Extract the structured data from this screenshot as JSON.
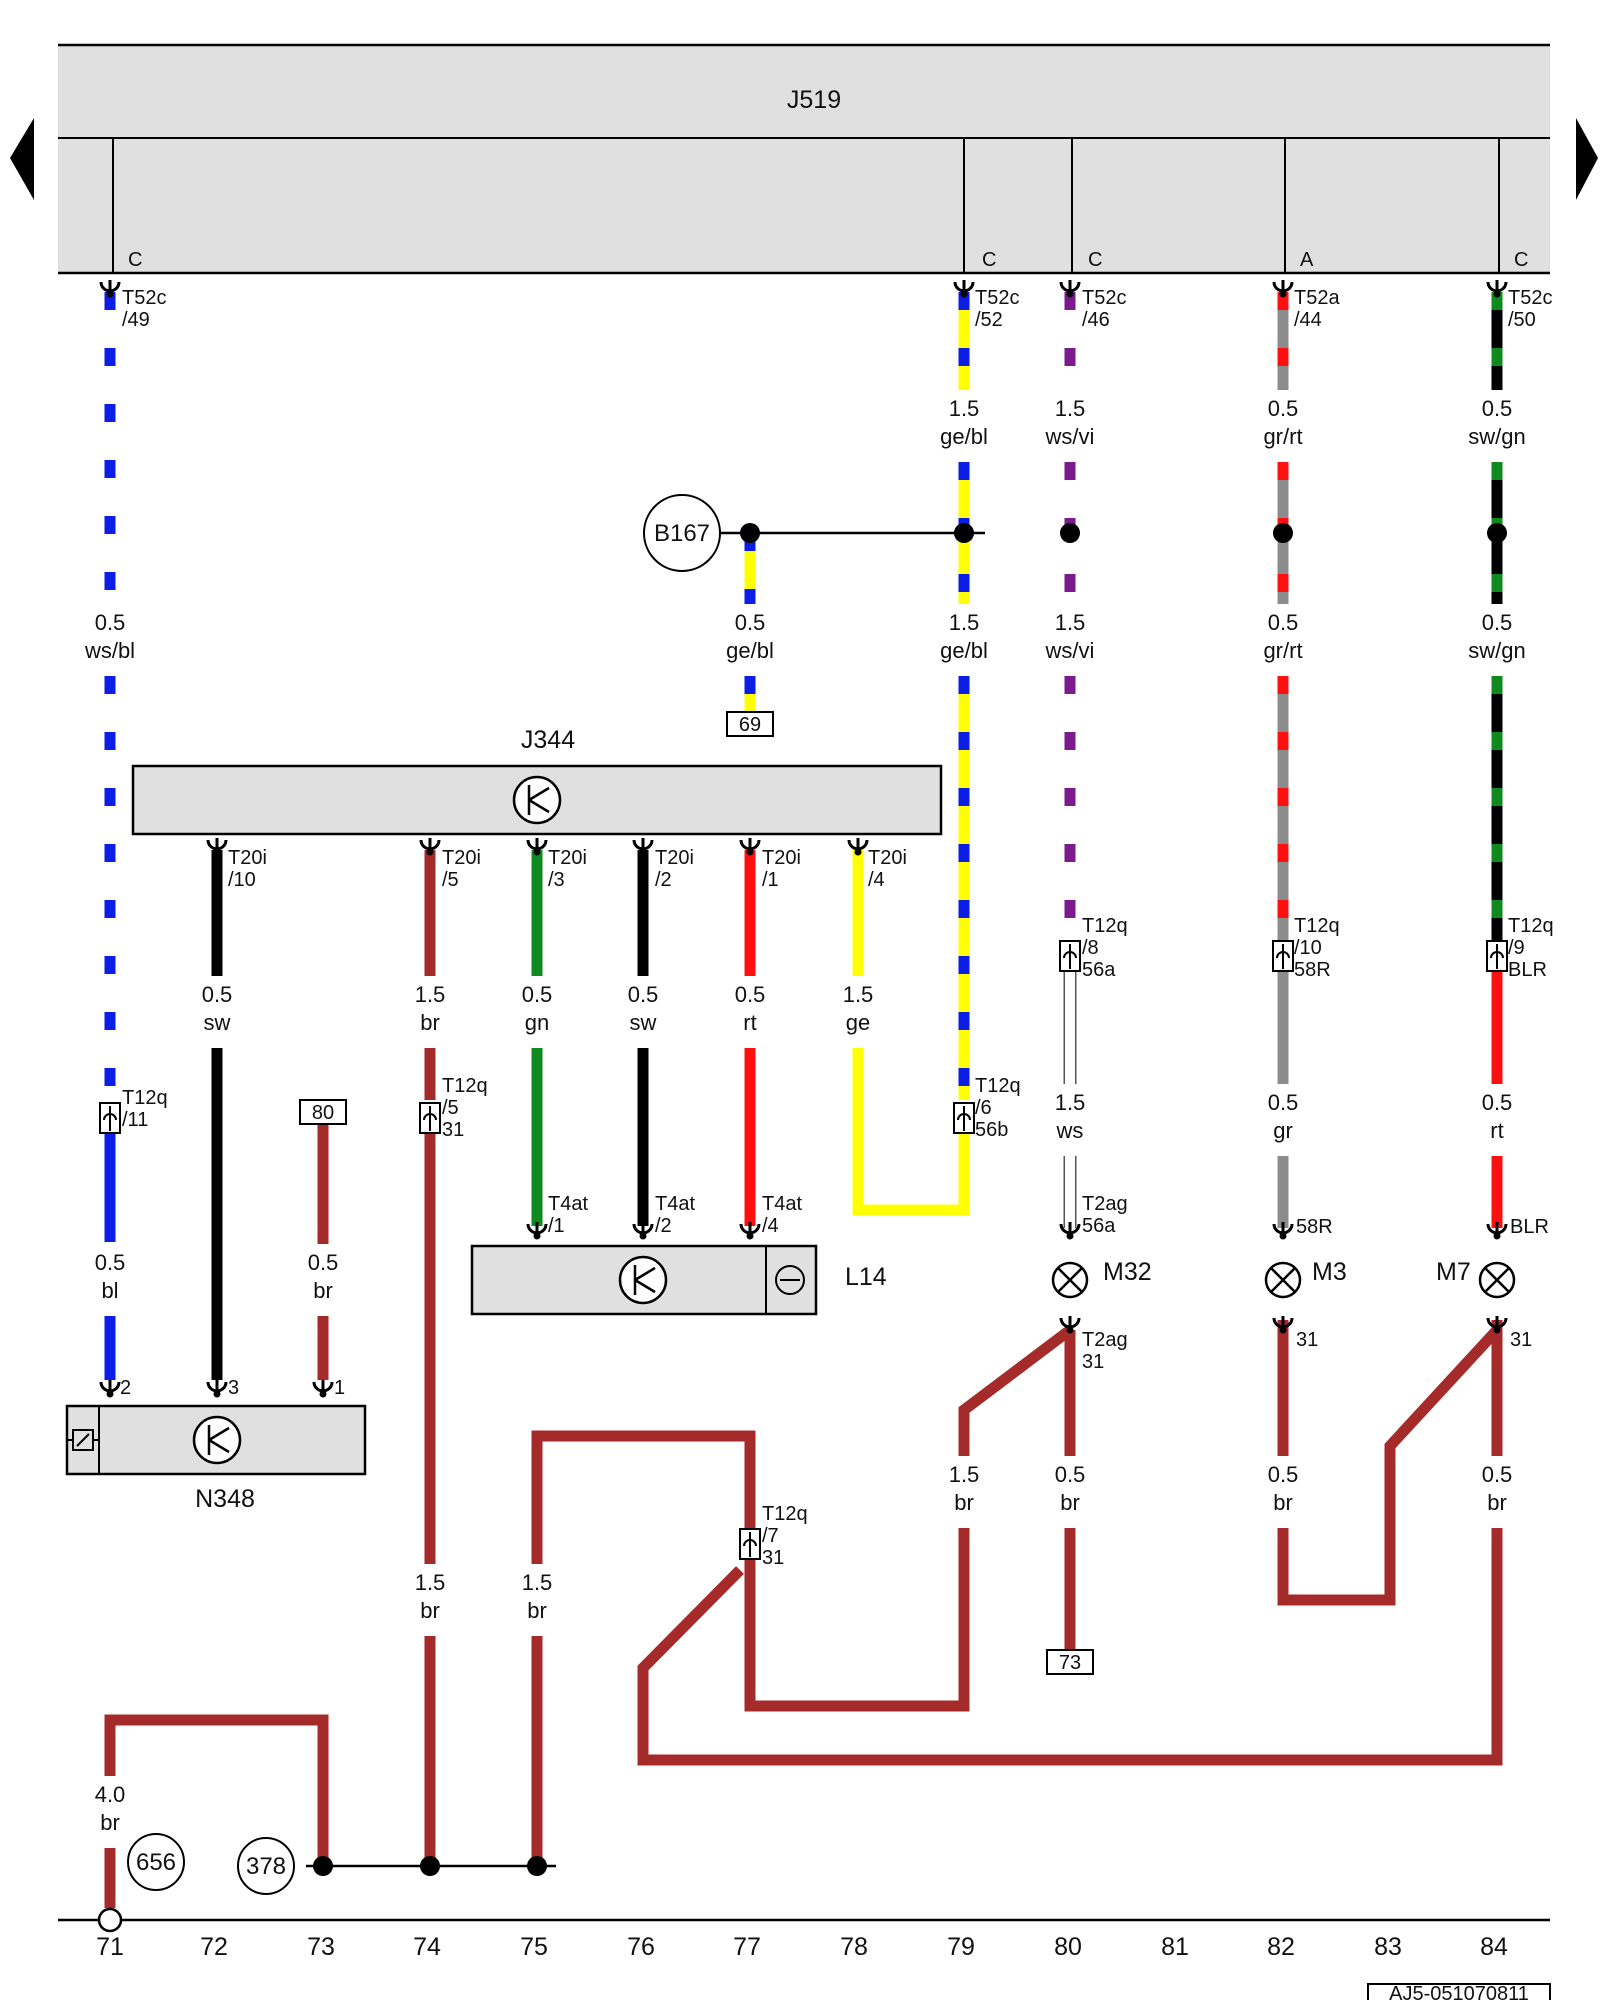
{
  "components": {
    "J519": "J519",
    "J344": "J344",
    "L14": "L14",
    "N348": "N348",
    "M32": "M32",
    "M3": "M3",
    "M7": "M7"
  },
  "j519_blocks": [
    {
      "id": "c1",
      "label": "C"
    },
    {
      "id": "c2",
      "label": "C"
    },
    {
      "id": "c3",
      "label": "C"
    },
    {
      "id": "a",
      "label": "A"
    },
    {
      "id": "c5",
      "label": "C"
    }
  ],
  "terminals": [
    {
      "id": "t52c49",
      "l1": "T52c",
      "l2": "/49"
    },
    {
      "id": "t52c52",
      "l1": "T52c",
      "l2": "/52"
    },
    {
      "id": "t52c46",
      "l1": "T52c",
      "l2": "/46"
    },
    {
      "id": "t52a44",
      "l1": "T52a",
      "l2": "/44"
    },
    {
      "id": "t52c50",
      "l1": "T52c",
      "l2": "/50"
    },
    {
      "id": "t20i10",
      "l1": "T20i",
      "l2": "/10"
    },
    {
      "id": "t20i5",
      "l1": "T20i",
      "l2": "/5"
    },
    {
      "id": "t20i3",
      "l1": "T20i",
      "l2": "/3"
    },
    {
      "id": "t20i2",
      "l1": "T20i",
      "l2": "/2"
    },
    {
      "id": "t20i1",
      "l1": "T20i",
      "l2": "/1"
    },
    {
      "id": "t20i4",
      "l1": "T20i",
      "l2": "/4"
    },
    {
      "id": "t12q11",
      "l1": "T12q",
      "l2": "/11"
    },
    {
      "id": "t12q5",
      "l1": "T12q",
      "l2": "/5",
      "l3": "31"
    },
    {
      "id": "t12q6",
      "l1": "T12q",
      "l2": "/6",
      "l3": "56b"
    },
    {
      "id": "t12q8",
      "l1": "T12q",
      "l2": "/8",
      "l3": "56a"
    },
    {
      "id": "t12q10",
      "l1": "T12q",
      "l2": "/10",
      "l3": "58R"
    },
    {
      "id": "t12q9",
      "l1": "T12q",
      "l2": "/9",
      "l3": "BLR"
    },
    {
      "id": "t12q7",
      "l1": "T12q",
      "l2": "/7",
      "l3": "31"
    },
    {
      "id": "t4at1",
      "l1": "T4at",
      "l2": "/1"
    },
    {
      "id": "t4at2",
      "l1": "T4at",
      "l2": "/2"
    },
    {
      "id": "t4at4",
      "l1": "T4at",
      "l2": "/4"
    },
    {
      "id": "t2ag56a",
      "l1": "T2ag",
      "l2": "56a"
    },
    {
      "id": "t2ag31",
      "l1": "T2ag",
      "l2": "31"
    },
    {
      "id": "m3_58r",
      "l1": "58R"
    },
    {
      "id": "m3_31",
      "l1": "31"
    },
    {
      "id": "m7_blr",
      "l1": "BLR"
    },
    {
      "id": "m7_31",
      "l1": "31"
    },
    {
      "id": "n348_2",
      "l1": "2"
    },
    {
      "id": "n348_3",
      "l1": "3"
    },
    {
      "id": "n348_1",
      "l1": "1"
    }
  ],
  "wire_labels": [
    {
      "id": "w49a",
      "g": "0.5",
      "c": "ws/bl"
    },
    {
      "id": "w49b",
      "g": "0.5",
      "c": "bl"
    },
    {
      "id": "w52a",
      "g": "1.5",
      "c": "ge/bl"
    },
    {
      "id": "w52b",
      "g": "1.5",
      "c": "ge/bl"
    },
    {
      "id": "wb167",
      "g": "0.5",
      "c": "ge/bl"
    },
    {
      "id": "w46a",
      "g": "1.5",
      "c": "ws/vi"
    },
    {
      "id": "w46b",
      "g": "1.5",
      "c": "ws/vi"
    },
    {
      "id": "w46c",
      "g": "1.5",
      "c": "ws"
    },
    {
      "id": "w44a",
      "g": "0.5",
      "c": "gr/rt"
    },
    {
      "id": "w44b",
      "g": "0.5",
      "c": "gr/rt"
    },
    {
      "id": "w44c",
      "g": "0.5",
      "c": "gr"
    },
    {
      "id": "w50a",
      "g": "0.5",
      "c": "sw/gn"
    },
    {
      "id": "w50b",
      "g": "0.5",
      "c": "sw/gn"
    },
    {
      "id": "w50c",
      "g": "0.5",
      "c": "rt"
    },
    {
      "id": "w10",
      "g": "0.5",
      "c": "sw"
    },
    {
      "id": "w5",
      "g": "1.5",
      "c": "br"
    },
    {
      "id": "w3",
      "g": "0.5",
      "c": "gn"
    },
    {
      "id": "w2",
      "g": "0.5",
      "c": "sw"
    },
    {
      "id": "w1",
      "g": "0.5",
      "c": "rt"
    },
    {
      "id": "w4",
      "g": "1.5",
      "c": "ge"
    },
    {
      "id": "w80",
      "g": "0.5",
      "c": "br"
    },
    {
      "id": "w74",
      "g": "1.5",
      "c": "br"
    },
    {
      "id": "w75",
      "g": "1.5",
      "c": "br"
    },
    {
      "id": "w71",
      "g": "4.0",
      "c": "br"
    },
    {
      "id": "w79",
      "g": "1.5",
      "c": "br"
    },
    {
      "id": "w80g",
      "g": "0.5",
      "c": "br"
    },
    {
      "id": "w82g",
      "g": "0.5",
      "c": "br"
    },
    {
      "id": "w84g",
      "g": "0.5",
      "c": "br"
    }
  ],
  "connectors": {
    "b167": "B167",
    "g656": "656",
    "g378": "378"
  },
  "refs": {
    "r69": "69",
    "r80": "80",
    "r73": "73"
  },
  "tracks": [
    "71",
    "72",
    "73",
    "74",
    "75",
    "76",
    "77",
    "78",
    "79",
    "80",
    "81",
    "82",
    "83",
    "84"
  ],
  "doc_code": "AJ5-051070811",
  "colors": {
    "ws": "#ffffff",
    "bl": "#0a1ee6",
    "ge": "#ffff00",
    "vi": "#7a1a8c",
    "gr": "#8c8c8c",
    "rt": "#ff1010",
    "sw": "#000000",
    "gn": "#0f8a1e",
    "br": "#a52a2a",
    "box": "#e0e0e0"
  }
}
